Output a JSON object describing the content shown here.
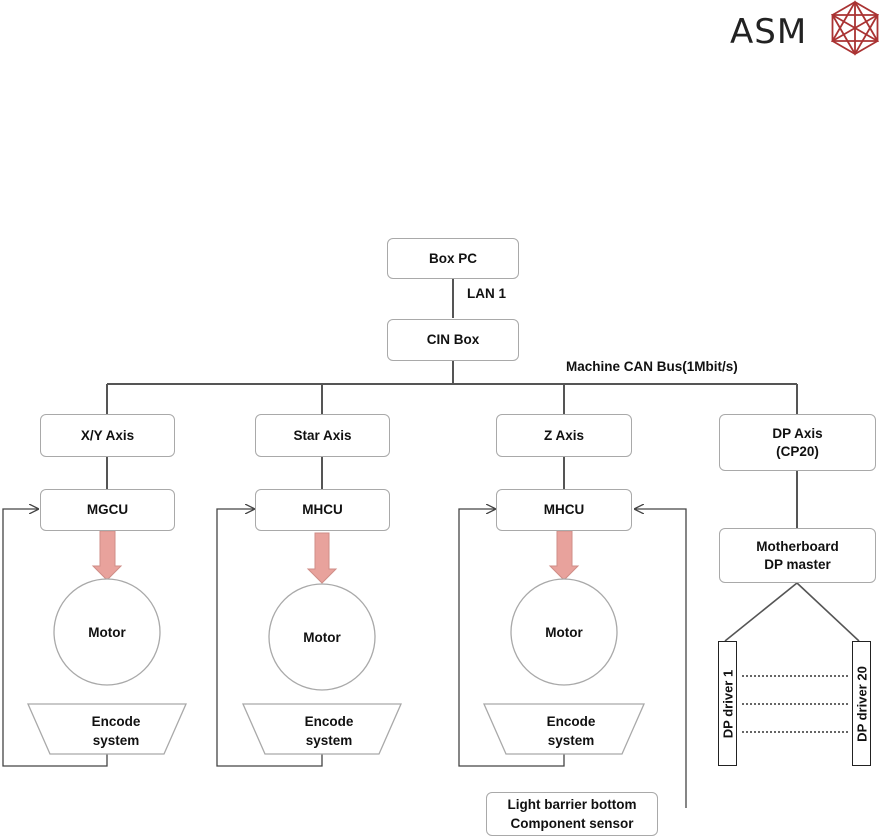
{
  "logo": {
    "text": "ASM"
  },
  "nodes": {
    "box_pc": "Box PC",
    "lan": "LAN 1",
    "cin_box": "CIN Box",
    "can_bus": "Machine CAN Bus(1Mbit/s)",
    "xy_axis": "X/Y Axis",
    "star_axis": "Star Axis",
    "z_axis": "Z Axis",
    "dp_axis": [
      "DP Axis",
      "(CP20)"
    ],
    "mgcu": "MGCU",
    "mhcu_star": "MHCU",
    "mhcu_z": "MHCU",
    "motor": "Motor",
    "encode": [
      "Encode",
      "system"
    ],
    "motherboard": [
      "Motherboard",
      "DP master"
    ],
    "dp_driver_1": "DP driver 1",
    "dp_driver_20": "DP driver 20",
    "light_barrier": [
      "Light barrier bottom",
      "Component sensor"
    ]
  },
  "colors": {
    "arrow": "#e8a29c",
    "line": "#555555",
    "border": "#a9a9a9"
  }
}
